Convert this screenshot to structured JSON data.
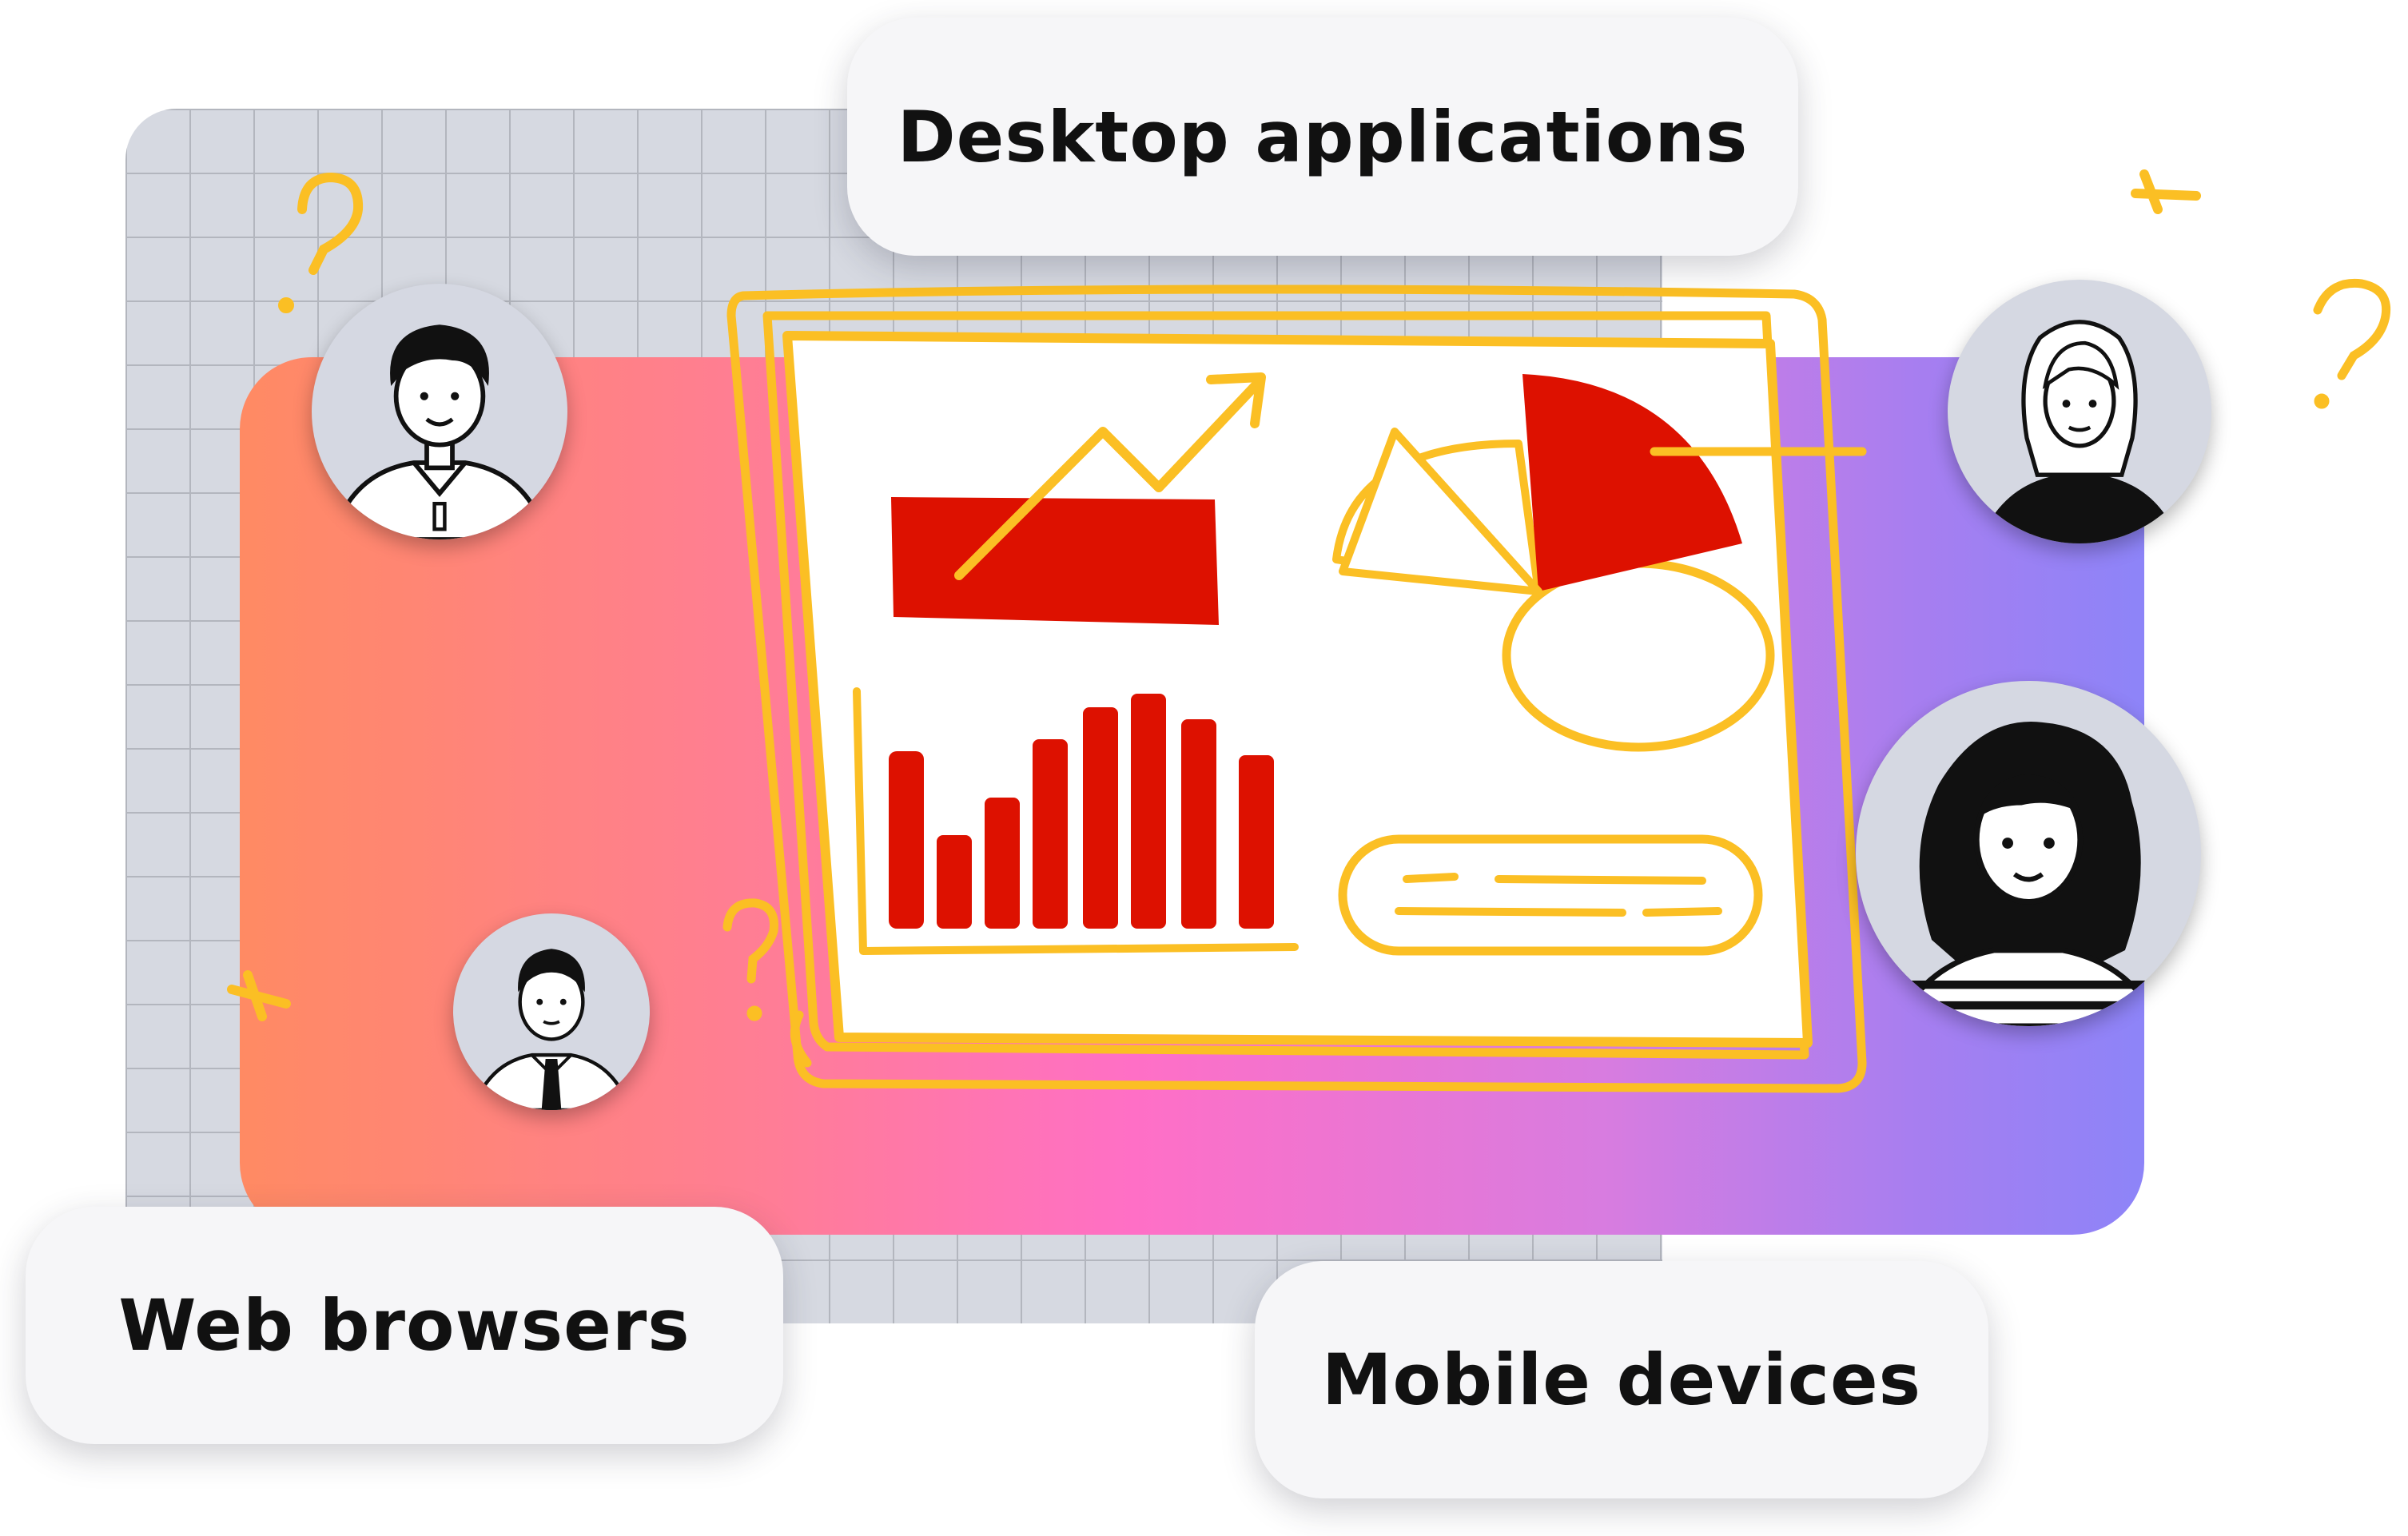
{
  "labels": {
    "desktop": "Desktop applications",
    "web": "Web browsers",
    "mobile": "Mobile devices"
  },
  "colors": {
    "grid_panel": "#d6d9e1",
    "gradient_start": "#ff8a63",
    "gradient_mid": "#ff6fc6",
    "gradient_end": "#8d84f8",
    "doodle_yellow": "#fbbf24",
    "chart_red": "#dd1100",
    "pill_background": "#f6f6f8"
  },
  "icons": [
    "question-mark-icon",
    "plus-icon",
    "line-chart-icon",
    "bar-chart-icon",
    "pie-chart-icon",
    "text-block-icon",
    "person-avatar"
  ]
}
